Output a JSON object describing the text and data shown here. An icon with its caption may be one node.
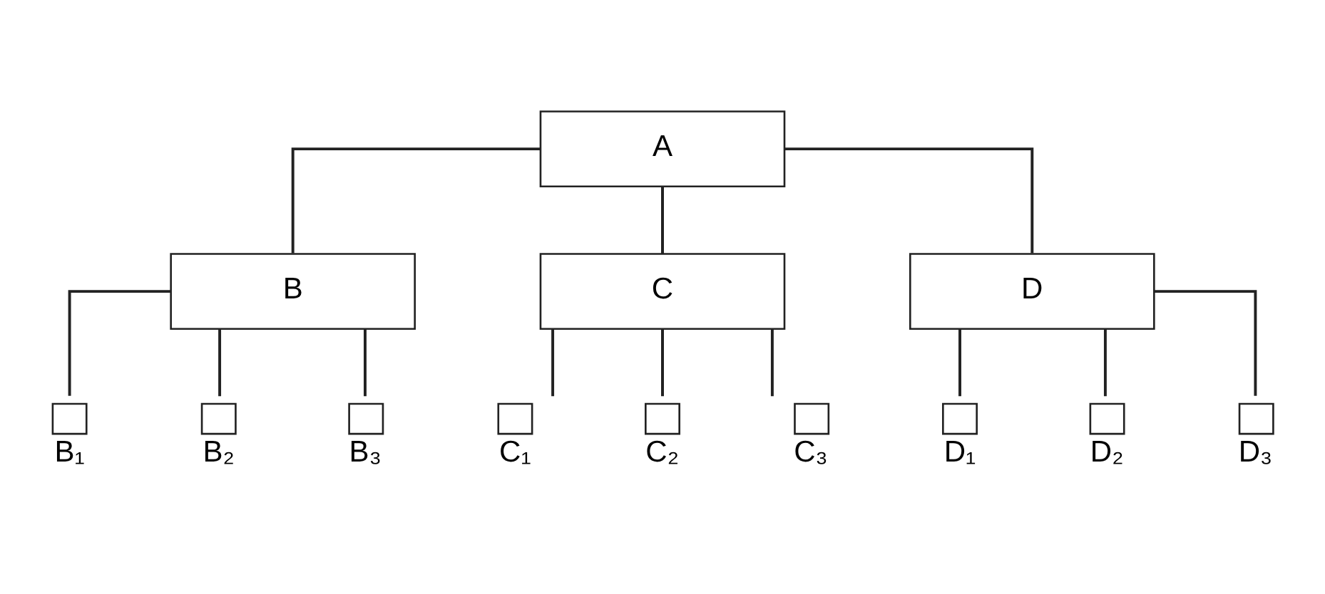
{
  "diagram": {
    "nodes": [
      {
        "text": [
          "A"
        ]
      },
      {
        "text": [
          "B"
        ]
      },
      {
        "text": [
          "C"
        ]
      },
      {
        "text": [
          "D"
        ]
      },
      {
        "text": [
          "B₁"
        ]
      },
      {
        "text": [
          "B₂"
        ]
      },
      {
        "text": [
          "B₃"
        ]
      },
      {
        "text": [
          "C₁"
        ]
      },
      {
        "text": [
          "C₂"
        ]
      },
      {
        "text": [
          "C₃"
        ]
      },
      {
        "text": [
          "D₁"
        ]
      },
      {
        "text": [
          "D₂"
        ]
      },
      {
        "text": [
          "D₃"
        ]
      }
    ],
    "edges": [
      {
        "from": 0,
        "to": 1,
        "arrow": "none"
      },
      {
        "from": 0,
        "to": 2,
        "arrow": "none"
      },
      {
        "from": 0,
        "to": 3,
        "arrow": "none"
      },
      {
        "from": 1,
        "to": 4,
        "arrow": "none"
      },
      {
        "from": 1,
        "to": 5,
        "arrow": "none"
      },
      {
        "from": 1,
        "to": 6,
        "arrow": "none"
      },
      {
        "from": 2,
        "to": 7,
        "arrow": "none"
      },
      {
        "from": 2,
        "to": 8,
        "arrow": "none"
      },
      {
        "from": 2,
        "to": 9,
        "arrow": "none"
      },
      {
        "from": 3,
        "to": 10,
        "arrow": "none"
      },
      {
        "from": 3,
        "to": 11,
        "arrow": "none"
      },
      {
        "from": 3,
        "to": 12,
        "arrow": "none"
      }
    ]
  }
}
